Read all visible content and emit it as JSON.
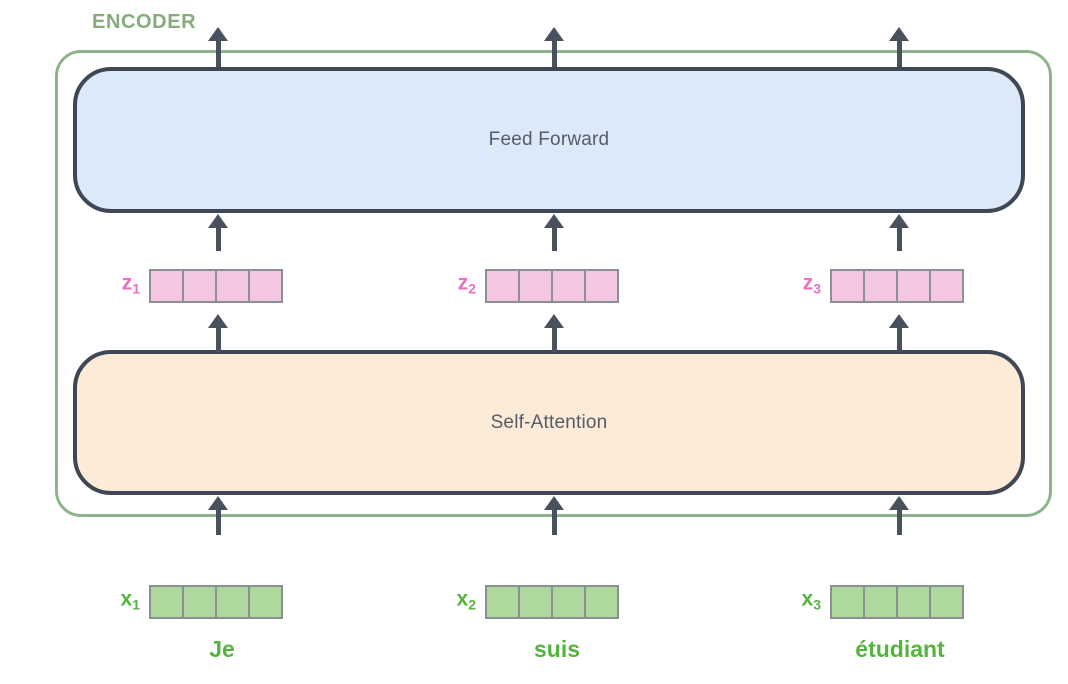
{
  "encoder": {
    "label": "ENCODER",
    "feed_forward_label": "Feed Forward",
    "self_attention_label": "Self-Attention"
  },
  "columns": [
    {
      "z_base": "z",
      "z_sub": "1",
      "x_base": "x",
      "x_sub": "1",
      "word": "Je"
    },
    {
      "z_base": "z",
      "z_sub": "2",
      "x_base": "x",
      "x_sub": "2",
      "word": "suis"
    },
    {
      "z_base": "z",
      "z_sub": "3",
      "x_base": "x",
      "x_sub": "3",
      "word": "étudiant"
    }
  ],
  "vectors": {
    "cells_per_vector": 4
  },
  "colors": {
    "encoder_border": "#8fb48b",
    "encoder_label": "#86ac7d",
    "layer_border": "#3f4654",
    "layer_text": "#565c68",
    "feed_forward_fill": "#dce9f9",
    "self_attention_fill": "#fcebd7",
    "arrow": "#49505e",
    "cell_border": "#8b9095",
    "z_fill": "#f5c6e3",
    "z_label": "#eb6fc1",
    "x_fill": "#afd89d",
    "x_label": "#54b53c",
    "word_color": "#54b53c"
  }
}
